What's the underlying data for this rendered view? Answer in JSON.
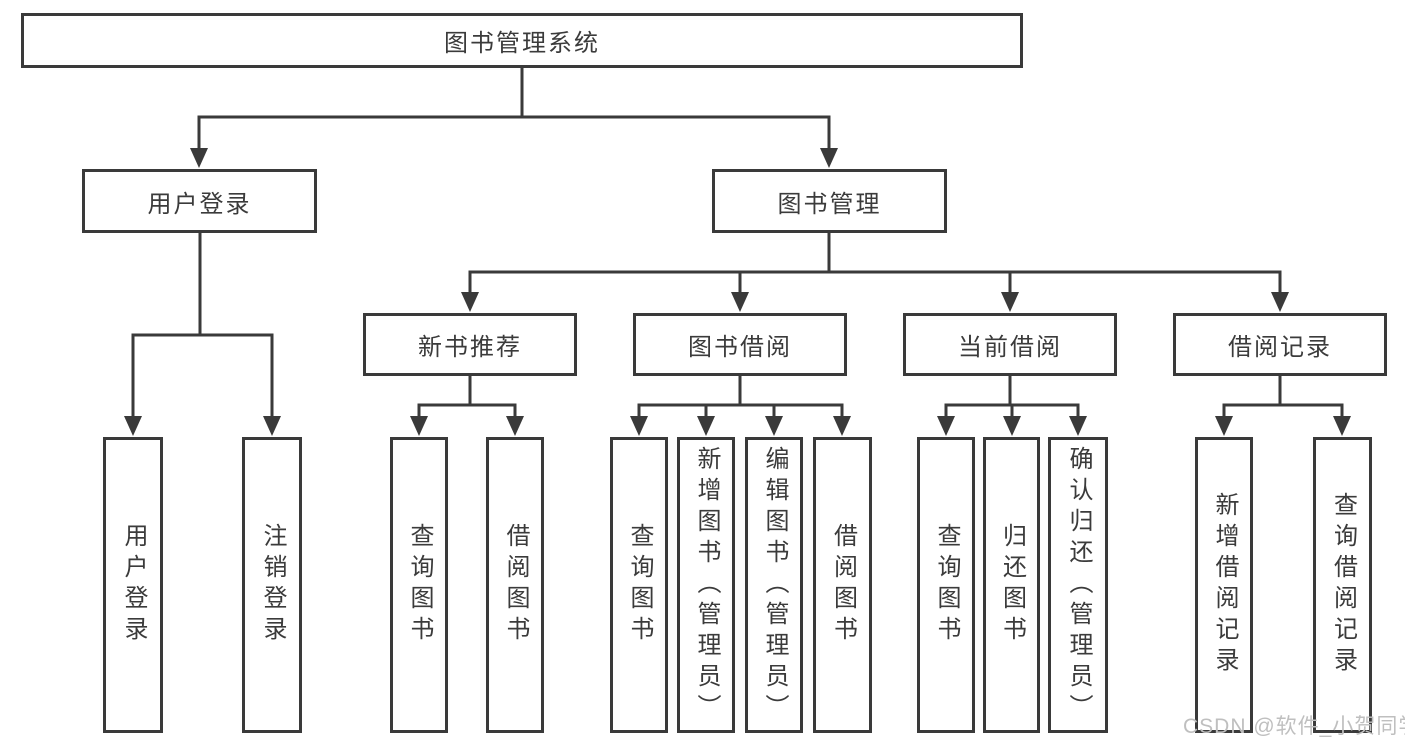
{
  "diagram_title": "图书管理系统",
  "tree": {
    "label": "图书管理系统",
    "children": [
      {
        "label": "用户登录",
        "children": [
          {
            "label": "用户登录"
          },
          {
            "label": "注销登录"
          }
        ]
      },
      {
        "label": "图书管理",
        "children": [
          {
            "label": "新书推荐",
            "children": [
              {
                "label": "查询图书"
              },
              {
                "label": "借阅图书"
              }
            ]
          },
          {
            "label": "图书借阅",
            "children": [
              {
                "label": "查询图书"
              },
              {
                "label": "新增图书（管理员）"
              },
              {
                "label": "编辑图书（管理员）"
              },
              {
                "label": "借阅图书"
              }
            ]
          },
          {
            "label": "当前借阅",
            "children": [
              {
                "label": "查询图书"
              },
              {
                "label": "归还图书"
              },
              {
                "label": "确认归还（管理员）"
              }
            ]
          },
          {
            "label": "借阅记录",
            "children": [
              {
                "label": "新增借阅记录"
              },
              {
                "label": "查询借阅记录"
              }
            ]
          }
        ]
      }
    ]
  },
  "watermark": "CSDN @软件_小贺同学",
  "colors": {
    "line": "#3a3a3a",
    "box_border": "#3a3a3a",
    "text": "#3b3b3b",
    "background": "#ffffff",
    "watermark": "#bfbfbf"
  }
}
